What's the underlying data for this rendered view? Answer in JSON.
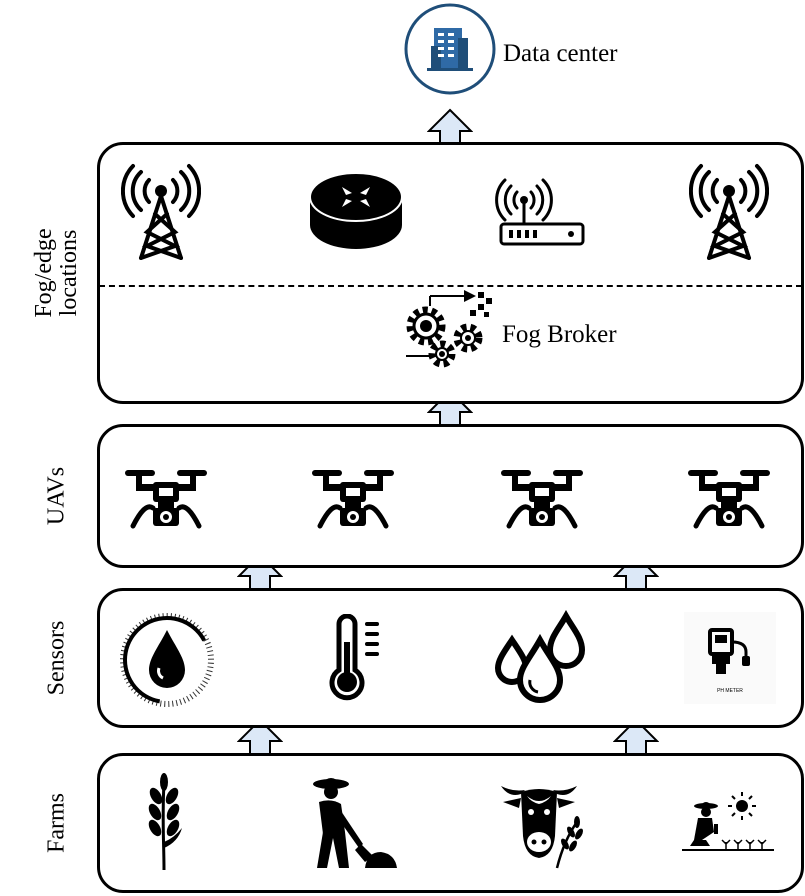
{
  "top": {
    "data_center_label": "Data center"
  },
  "fog_layer": {
    "label_line1": "Fog/edge",
    "label_line2": "locations",
    "broker_label": "Fog Broker",
    "icons": [
      "antenna-tower-icon",
      "router-icon",
      "wifi-router-icon",
      "antenna-tower-icon"
    ]
  },
  "uav_layer": {
    "label": "UAVs",
    "icons": [
      "drone-icon",
      "drone-icon",
      "drone-icon",
      "drone-icon"
    ]
  },
  "sensor_layer": {
    "label": "Sensors",
    "icons": [
      "moisture-gauge-icon",
      "thermometer-icon",
      "water-drops-icon",
      "ph-meter-icon"
    ],
    "ph_meter_caption": "PH METER"
  },
  "farm_layer": {
    "label": "Farms",
    "icons": [
      "wheat-icon",
      "farmer-shovel-icon",
      "cow-icon",
      "farmer-field-icon"
    ]
  },
  "colors": {
    "arrow_fill": "#dce8f7",
    "data_center_ring": "#1f4e79",
    "building": "#2f6aa6"
  }
}
